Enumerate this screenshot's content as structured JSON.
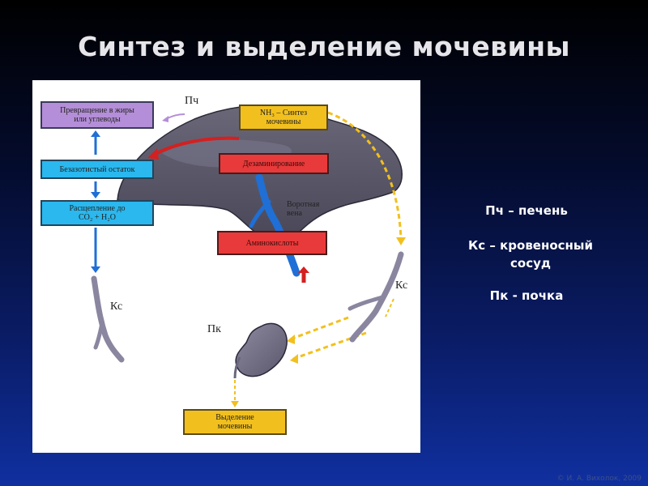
{
  "slide": {
    "title": "Синтез и выделение мочевины",
    "copyright": "© И. А. Вихолок, 2009"
  },
  "diagram": {
    "liver_label": "Пч",
    "kidney_label": "Пк",
    "vessel_label_left": "Кс",
    "vessel_label_right": "Кс",
    "portal_vein_label": "Воротная\nвена",
    "boxes": {
      "fats_carbs": "Превращение в жиры\nили углеводы",
      "nitrogen_free": "Безазотистый остаток",
      "breakdown": "Расщепление до\nCO₂ + H₂O",
      "urea_synthesis": "NH₃ – Синтез\nмочевины",
      "deamination": "Дезаминирование",
      "amino_acids": "Аминокислоты",
      "urea_excretion": "Выделение\nмочевины"
    }
  },
  "legend": {
    "liver": "Пч – печень",
    "vessel": "Кс – кровеносный\nсосуд",
    "kidney": "Пк - почка"
  }
}
